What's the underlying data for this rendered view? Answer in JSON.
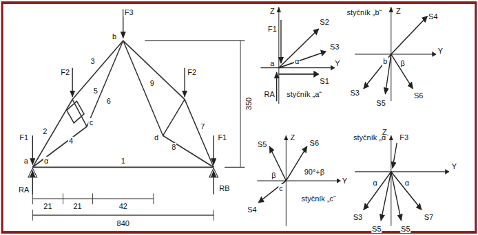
{
  "diagram": {
    "labels": [
      "F3",
      "F2",
      "F2",
      "F1",
      "F1",
      "RA",
      "RB",
      "a",
      "b",
      "c",
      "d",
      "1",
      "2",
      "3",
      "4",
      "5",
      "6",
      "7",
      "8",
      "9",
      "α",
      "21",
      "21",
      "42",
      "840",
      "350",
      "Z",
      "Y",
      "F1",
      "S2",
      "S3",
      "S1",
      "RA",
      "a",
      "α",
      "styčník „a“",
      "styčník „b“",
      "Z",
      "Y",
      "S4",
      "S3",
      "S5",
      "S6",
      "b",
      "β",
      "Z",
      "Y",
      "S5",
      "S6",
      "S4",
      "β",
      "90°+β",
      "c",
      "styčník „c“",
      "styčník „d“",
      "F3",
      "Z",
      "Y",
      "S3",
      "S5",
      "S5",
      "S7",
      "α",
      "α"
    ]
  }
}
